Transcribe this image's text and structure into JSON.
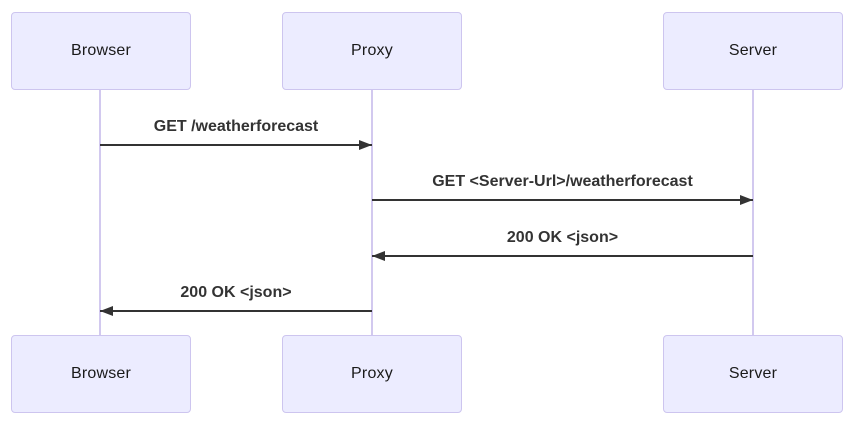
{
  "diagram": {
    "type": "sequence-diagram",
    "background": "#ffffff"
  },
  "actors": [
    {
      "label": "Browser"
    },
    {
      "label": "Proxy"
    },
    {
      "label": "Server"
    }
  ],
  "messages": [
    {
      "text": "GET /weatherforecast",
      "from": "Browser",
      "to": "Proxy",
      "direction": "right",
      "arrow": "solid"
    },
    {
      "text": "GET <Server-Url>/weatherforecast",
      "from": "Proxy",
      "to": "Server",
      "direction": "right",
      "arrow": "solid"
    },
    {
      "text": "200 OK <json>",
      "from": "Server",
      "to": "Proxy",
      "direction": "left",
      "arrow": "solid"
    },
    {
      "text": "200 OK <json>",
      "from": "Proxy",
      "to": "Browser",
      "direction": "left",
      "arrow": "solid"
    }
  ],
  "colors": {
    "actor_fill": "#ECECFF",
    "actor_border": "#CDC5EF",
    "lifeline": "#D2C9EF",
    "message_line": "#333333",
    "message_text": "#333333",
    "actor_text": "#1a1a1a"
  }
}
